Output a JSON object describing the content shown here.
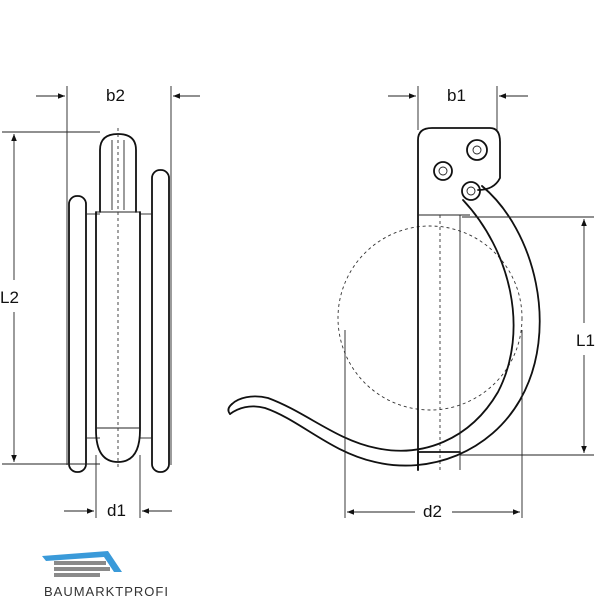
{
  "dimensions": {
    "b2": "b2",
    "b1": "b1",
    "L2": "L2",
    "L1": "L1",
    "d1": "d1",
    "d2": "d2"
  },
  "logo": {
    "text": "BAUMARKTPROFI",
    "accent_color": "#3a9ad9"
  },
  "colors": {
    "line": "#111111",
    "background": "#ffffff"
  }
}
